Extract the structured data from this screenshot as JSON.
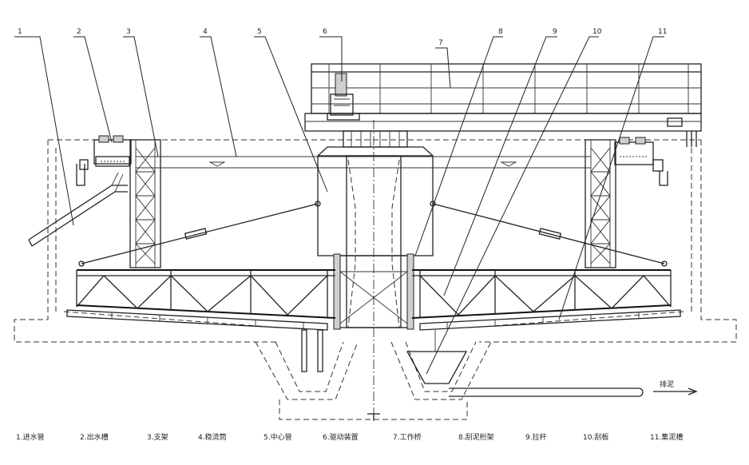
{
  "callouts": [
    {
      "n": "1"
    },
    {
      "n": "2"
    },
    {
      "n": "3"
    },
    {
      "n": "4"
    },
    {
      "n": "5"
    },
    {
      "n": "6"
    },
    {
      "n": "7"
    },
    {
      "n": "8"
    },
    {
      "n": "9"
    },
    {
      "n": "10"
    },
    {
      "n": "11"
    }
  ],
  "legend": [
    "1.进水管",
    "2.出水槽",
    "3.支架",
    "4.稳流筒",
    "5.中心管",
    "6.驱动装置",
    "7.工作桥",
    "8.刮泥桁架",
    "9.拉杆",
    "10.刮板",
    "11.集泥槽"
  ],
  "flow_label": "排泥",
  "colors": {
    "line": "#222222",
    "background": "#ffffff"
  }
}
